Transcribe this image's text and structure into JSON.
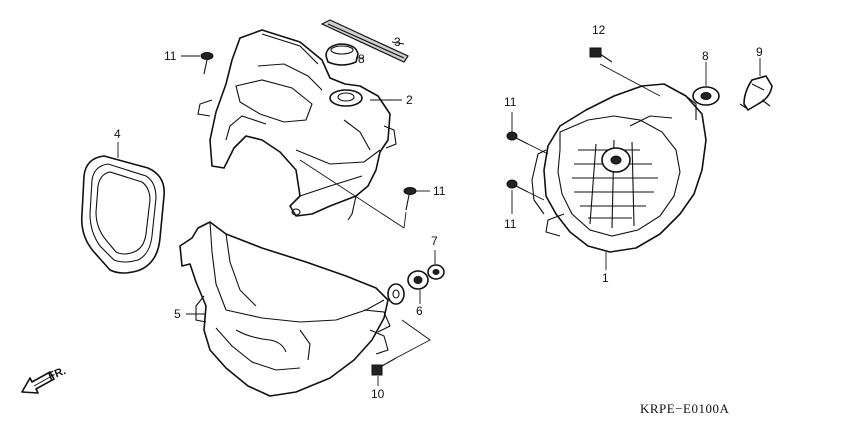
{
  "diagram": {
    "figure_code": "KRPE−E0100A",
    "direction_label": "FR.",
    "callouts": {
      "c1": "1",
      "c2": "2",
      "c3": "3",
      "c4": "4",
      "c5": "5",
      "c6": "6",
      "c7": "7",
      "c8a": "8",
      "c8b": "8",
      "c9": "9",
      "c10": "10",
      "c11a": "11",
      "c11b": "11",
      "c11c": "11",
      "c11d": "11",
      "c12": "12"
    }
  }
}
